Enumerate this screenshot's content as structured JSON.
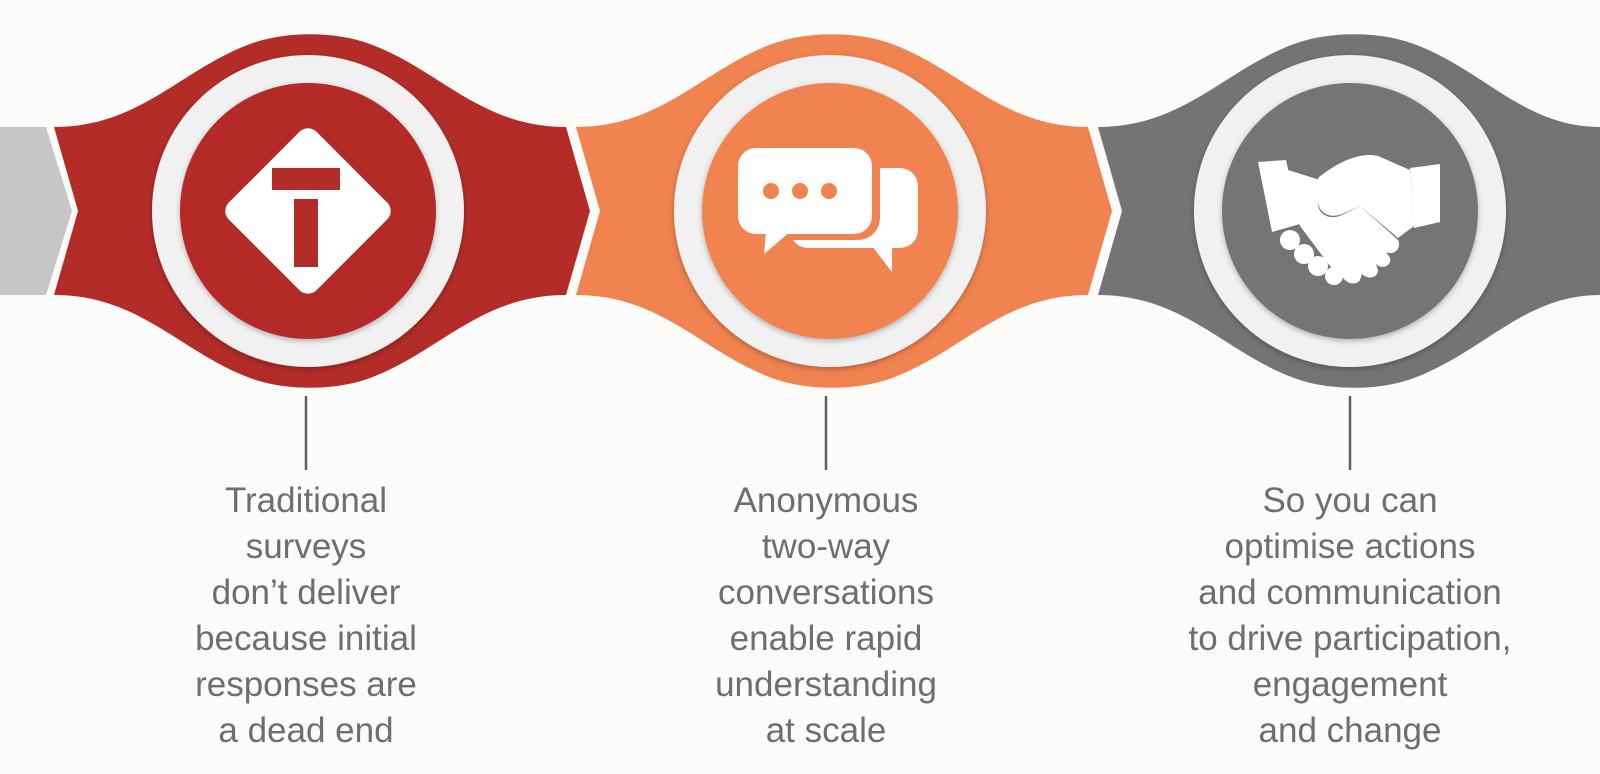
{
  "colors": {
    "background": "#fbfbfa",
    "start_band": "#c6c6c6",
    "ring": "#f1f1f1",
    "connector": "#5f5f5f",
    "text": "#6e6e6e",
    "icon": "#ffffff"
  },
  "steps": [
    {
      "color": "#b32c28",
      "icon": "road-sign-t-junction-icon",
      "caption": [
        "Traditional",
        "surveys",
        "don’t deliver",
        "because initial",
        "responses are",
        "a dead end"
      ]
    },
    {
      "color": "#f0834f",
      "icon": "chat-bubbles-icon",
      "caption": [
        "Anonymous",
        "two-way",
        "conversations",
        "enable rapid",
        "understanding",
        "at scale"
      ]
    },
    {
      "color": "#747474",
      "icon": "handshake-icon",
      "caption": [
        "So you can",
        "optimise actions",
        "and communication",
        "to drive participation,",
        "engagement",
        "and change"
      ]
    }
  ]
}
